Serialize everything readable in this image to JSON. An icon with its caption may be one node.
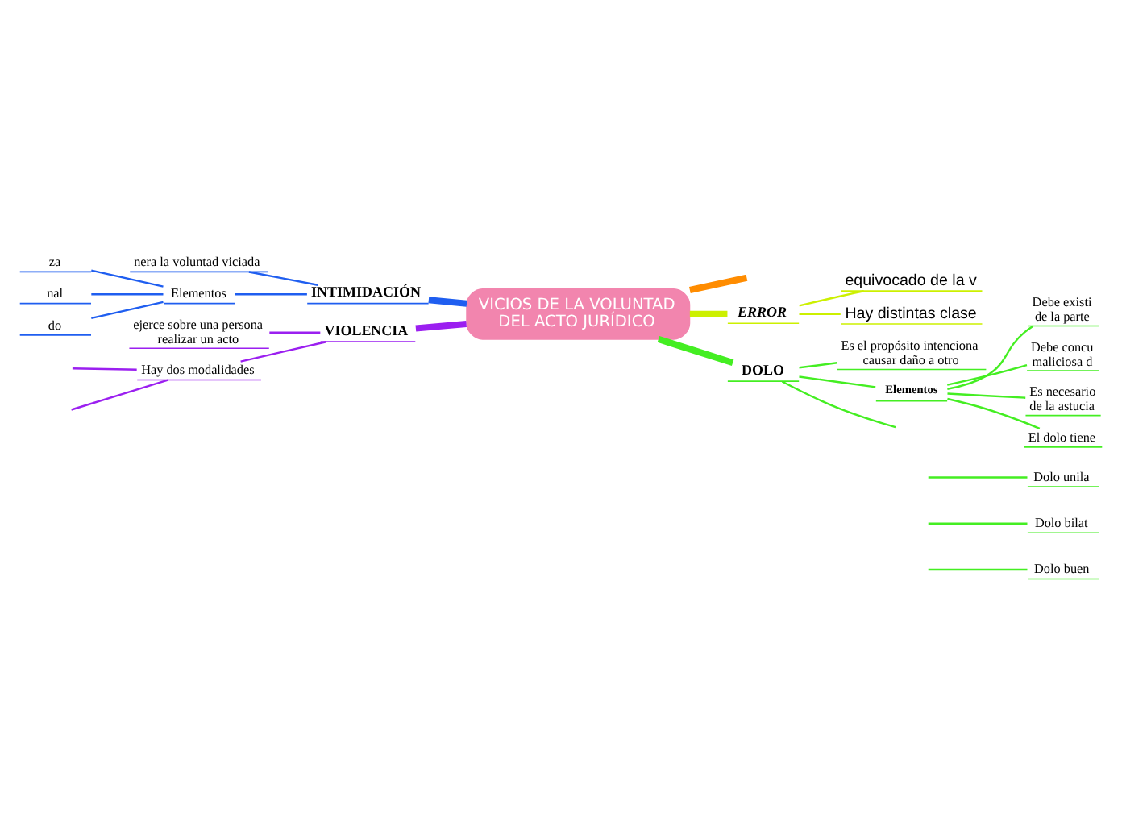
{
  "diagram": {
    "nodes": [
      {
        "text": [
          "VICIOS DE LA VOLUNTAD DEL ACTO JURÍDICO"
        ]
      },
      {
        "text": [
          "ERROR"
        ]
      },
      {
        "text": [
          "equivocado de la v"
        ]
      },
      {
        "text": [
          "Hay distintas clase"
        ]
      },
      {
        "text": [
          "INTIMIDACIÓN"
        ]
      },
      {
        "text": [
          "nera la voluntad viciada"
        ]
      },
      {
        "text": [
          "Elementos"
        ]
      },
      {
        "text": [
          "za"
        ]
      },
      {
        "text": [
          "nal"
        ]
      },
      {
        "text": [
          "do"
        ]
      },
      {
        "text": [
          "VIOLENCIA"
        ]
      },
      {
        "text": [
          "ejerce sobre una persona realizar un acto"
        ]
      },
      {
        "text": [
          "Hay dos modalidades"
        ]
      },
      {
        "text": [
          "DOLO"
        ]
      },
      {
        "text": [
          "Es el propósito intenciona causar daño a otro"
        ]
      },
      {
        "text": [
          "Elementos"
        ]
      },
      {
        "text": [
          "Debe existi de la parte"
        ]
      },
      {
        "text": [
          "Debe concu maliciosa d"
        ]
      },
      {
        "text": [
          "Es necesario de la astucia"
        ]
      },
      {
        "text": [
          "El dolo tiene"
        ]
      },
      {
        "text": [
          "Dolo unila"
        ]
      },
      {
        "text": [
          "Dolo bilat"
        ]
      },
      {
        "text": [
          "Dolo buen"
        ]
      }
    ],
    "edges": [
      {
        "from": 0,
        "to": null,
        "arrow": "none",
        "style": "thick",
        "color": "#ff8c00"
      },
      {
        "from": 0,
        "to": 1,
        "arrow": "none",
        "style": "thick",
        "color": "#ccf000"
      },
      {
        "from": 1,
        "to": 2,
        "arrow": "none",
        "color": "#ccf000"
      },
      {
        "from": 1,
        "to": 3,
        "arrow": "none",
        "color": "#ccf000"
      },
      {
        "from": 0,
        "to": 4,
        "arrow": "none",
        "style": "thick",
        "color": "#1f5ef0"
      },
      {
        "from": 4,
        "to": 5,
        "arrow": "none",
        "color": "#1f5ef0"
      },
      {
        "from": 4,
        "to": 6,
        "arrow": "none",
        "color": "#1f5ef0"
      },
      {
        "from": 6,
        "to": 7,
        "arrow": "none",
        "color": "#1f5ef0"
      },
      {
        "from": 6,
        "to": 8,
        "arrow": "none",
        "color": "#1f5ef0"
      },
      {
        "from": 6,
        "to": 9,
        "arrow": "none",
        "color": "#1f5ef0"
      },
      {
        "from": 0,
        "to": 10,
        "arrow": "none",
        "style": "thick",
        "color": "#9b1ff0"
      },
      {
        "from": 10,
        "to": 11,
        "arrow": "none",
        "color": "#9b1ff0"
      },
      {
        "from": 10,
        "to": 12,
        "arrow": "none",
        "color": "#9b1ff0"
      },
      {
        "from": 12,
        "to": null,
        "arrow": "none",
        "color": "#9b1ff0"
      },
      {
        "from": 12,
        "to": null,
        "arrow": "none",
        "color": "#9b1ff0"
      },
      {
        "from": 0,
        "to": 13,
        "arrow": "none",
        "style": "thick"
      },
      {
        "from": 13,
        "to": 14,
        "arrow": "none"
      },
      {
        "from": 13,
        "to": 15,
        "arrow": "none"
      },
      {
        "from": 15,
        "to": 16,
        "arrow": "none"
      },
      {
        "from": 15,
        "to": 17,
        "arrow": "none"
      },
      {
        "from": 15,
        "to": 18,
        "arrow": "none"
      },
      {
        "from": 15,
        "to": 19,
        "arrow": "none"
      },
      {
        "from": 13,
        "to": null,
        "arrow": "none"
      },
      {
        "from": null,
        "to": 20,
        "arrow": "none"
      },
      {
        "from": null,
        "to": 21,
        "arrow": "none"
      },
      {
        "from": null,
        "to": 22,
        "arrow": "none"
      }
    ]
  }
}
